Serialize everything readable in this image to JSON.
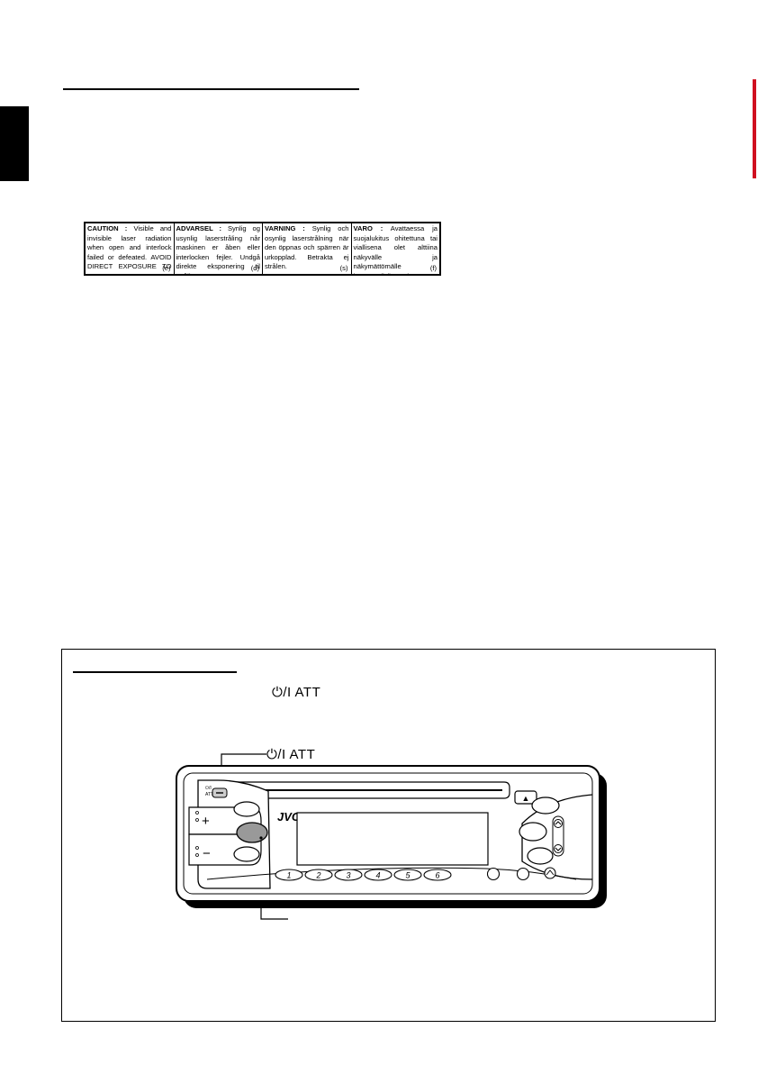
{
  "caution_labels": [
    {
      "heading": "CAUTION :",
      "body": "Visible and invisible laser radiation when open and interlock failed or defeated. AVOID DIRECT EXPOSURE TO BEAM.",
      "code": "(e)"
    },
    {
      "heading": "ADVARSEL :",
      "body": "Synlig og usynlig laserstråling når maskinen er åben eller interlocken fejler. Undgå direkte eksponering til stråling.",
      "code": "(d)"
    },
    {
      "heading": "VARNING :",
      "body": "Synlig och osynlig laserstrålning när den öppnas och spärren är urkopplad. Betrakta ej strålen.",
      "code": "(s)"
    },
    {
      "heading": "VARO :",
      "body": "Avattaessa ja suojalukitus ohitettuna tai viallisena olet alttiina näkyvälle ja näkymättömälle lasersäteilylle. Vältä säteen kohdistumista suoraan itseesi.",
      "code": "(f)"
    }
  ],
  "box": {
    "att_label_inline": "⏻/I ATT",
    "att_label_callout": "⏻/I ATT"
  },
  "device": {
    "brand": "JVC",
    "preset_buttons": [
      "1",
      "2",
      "3",
      "4",
      "5",
      "6"
    ],
    "power_mini_label": "⏻/I",
    "att_mini_label": "ATT",
    "vol_plus": "+",
    "vol_minus": "−",
    "eject_symbol": "▲"
  }
}
